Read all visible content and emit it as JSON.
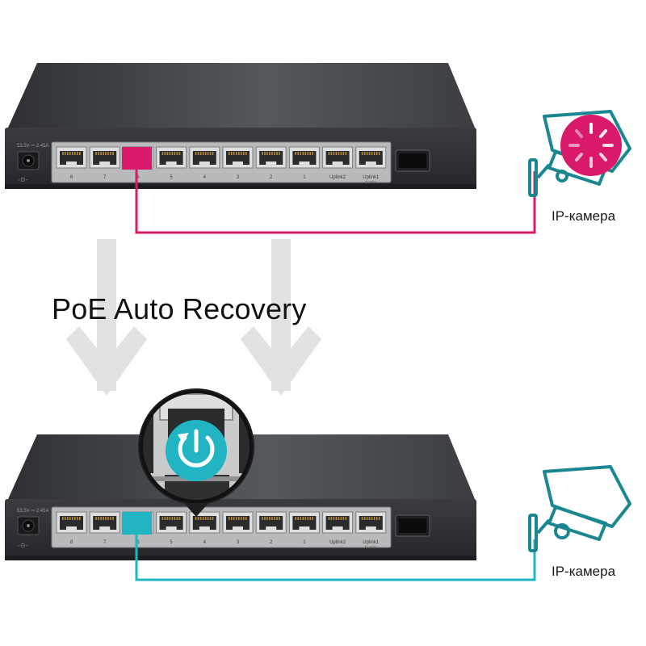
{
  "title": "PoE Auto Recovery",
  "top_switch": {
    "power_label": "53.5V ⎓ 2.45A",
    "port_labels": [
      "8",
      "7",
      "6",
      "5",
      "4",
      "3",
      "2",
      "1",
      "Uplink2",
      "Uplink1"
    ],
    "combo_label": "Combo"
  },
  "bottom_switch": {
    "power_label": "53.5V ⎓ 2.45A",
    "port_labels": [
      "8",
      "7",
      "6",
      "5",
      "4",
      "3",
      "2",
      "1",
      "Uplink2",
      "Uplink1"
    ],
    "combo_label": "Combo"
  },
  "camera_top": {
    "label": "IP-камера",
    "state": "restarting",
    "icon": "loading-spinner-icon"
  },
  "camera_bottom": {
    "label": "IP-камера",
    "state": "recovered"
  },
  "zoom": {
    "icon": "power-recovery-icon"
  },
  "colors": {
    "fault": "#d91a6b",
    "recovered": "#21b5c4",
    "arrow": "#e2e2e2",
    "chassis_top": "#3a3c3f",
    "chassis_front": "#2c2e31"
  }
}
